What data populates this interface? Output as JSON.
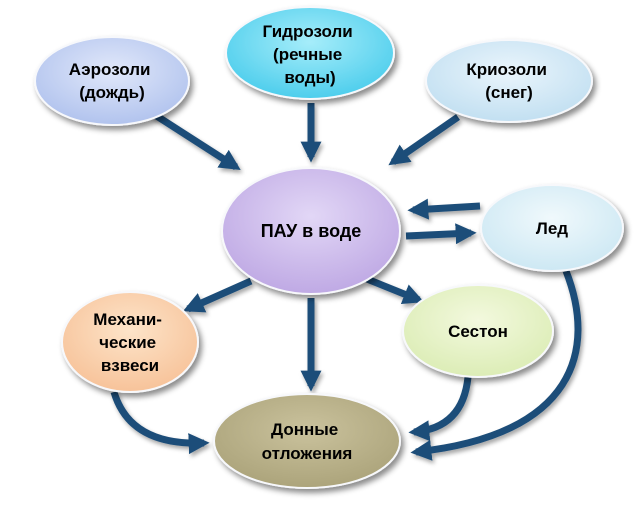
{
  "diagram": {
    "background": "#ffffff",
    "arrow_color": "#1f4e79",
    "nodes": {
      "aerosols": {
        "label": "Аэрозоли (дождь)",
        "lines": [
          "Аэрозоли",
          "(дождь)"
        ],
        "fill_center": "#e1e8fa",
        "fill_edge": "#a3b8ea"
      },
      "hydrosols": {
        "label": "Гидрозоли (речные воды)",
        "lines": [
          "Гидрозоли",
          "(речные",
          "воды)"
        ],
        "fill_center": "#a6edfa",
        "fill_edge": "#33c4e8"
      },
      "cryosols": {
        "label": "Криозоли (снег)",
        "lines": [
          "Криозоли",
          "(снег)"
        ],
        "fill_center": "#eaf5fc",
        "fill_edge": "#b6d9ee"
      },
      "pah_in_water": {
        "label": "ПАУ в воде",
        "lines": [
          "ПАУ в воде"
        ],
        "fill_center": "#e2d7f6",
        "fill_edge": "#b59cdf"
      },
      "ice": {
        "label": "Лед",
        "lines": [
          "Лед"
        ],
        "fill_center": "#f0f9fc",
        "fill_edge": "#c3e3f1"
      },
      "mechanical_suspensions": {
        "label": "Механи-ческие взвеси",
        "lines": [
          "Механи-",
          "ческие",
          "взвеси"
        ],
        "fill_center": "#fde4c9",
        "fill_edge": "#f5b98c"
      },
      "seston": {
        "label": "Сестон",
        "lines": [
          "Сестон"
        ],
        "fill_center": "#f3f9de",
        "fill_edge": "#d5e9aa"
      },
      "bottom_sediments": {
        "label": "Донные отложения",
        "lines": [
          "Донные",
          "отложения"
        ],
        "fill_center": "#cac29d",
        "fill_edge": "#a39b71"
      }
    },
    "edges": [
      {
        "from": "aerosols",
        "to": "pah_in_water"
      },
      {
        "from": "hydrosols",
        "to": "pah_in_water"
      },
      {
        "from": "cryosols",
        "to": "pah_in_water"
      },
      {
        "from": "ice",
        "to": "pah_in_water"
      },
      {
        "from": "pah_in_water",
        "to": "ice"
      },
      {
        "from": "pah_in_water",
        "to": "mechanical_suspensions"
      },
      {
        "from": "pah_in_water",
        "to": "seston"
      },
      {
        "from": "pah_in_water",
        "to": "bottom_sediments"
      },
      {
        "from": "mechanical_suspensions",
        "to": "bottom_sediments"
      },
      {
        "from": "seston",
        "to": "bottom_sediments"
      },
      {
        "from": "ice",
        "to": "bottom_sediments"
      }
    ]
  }
}
